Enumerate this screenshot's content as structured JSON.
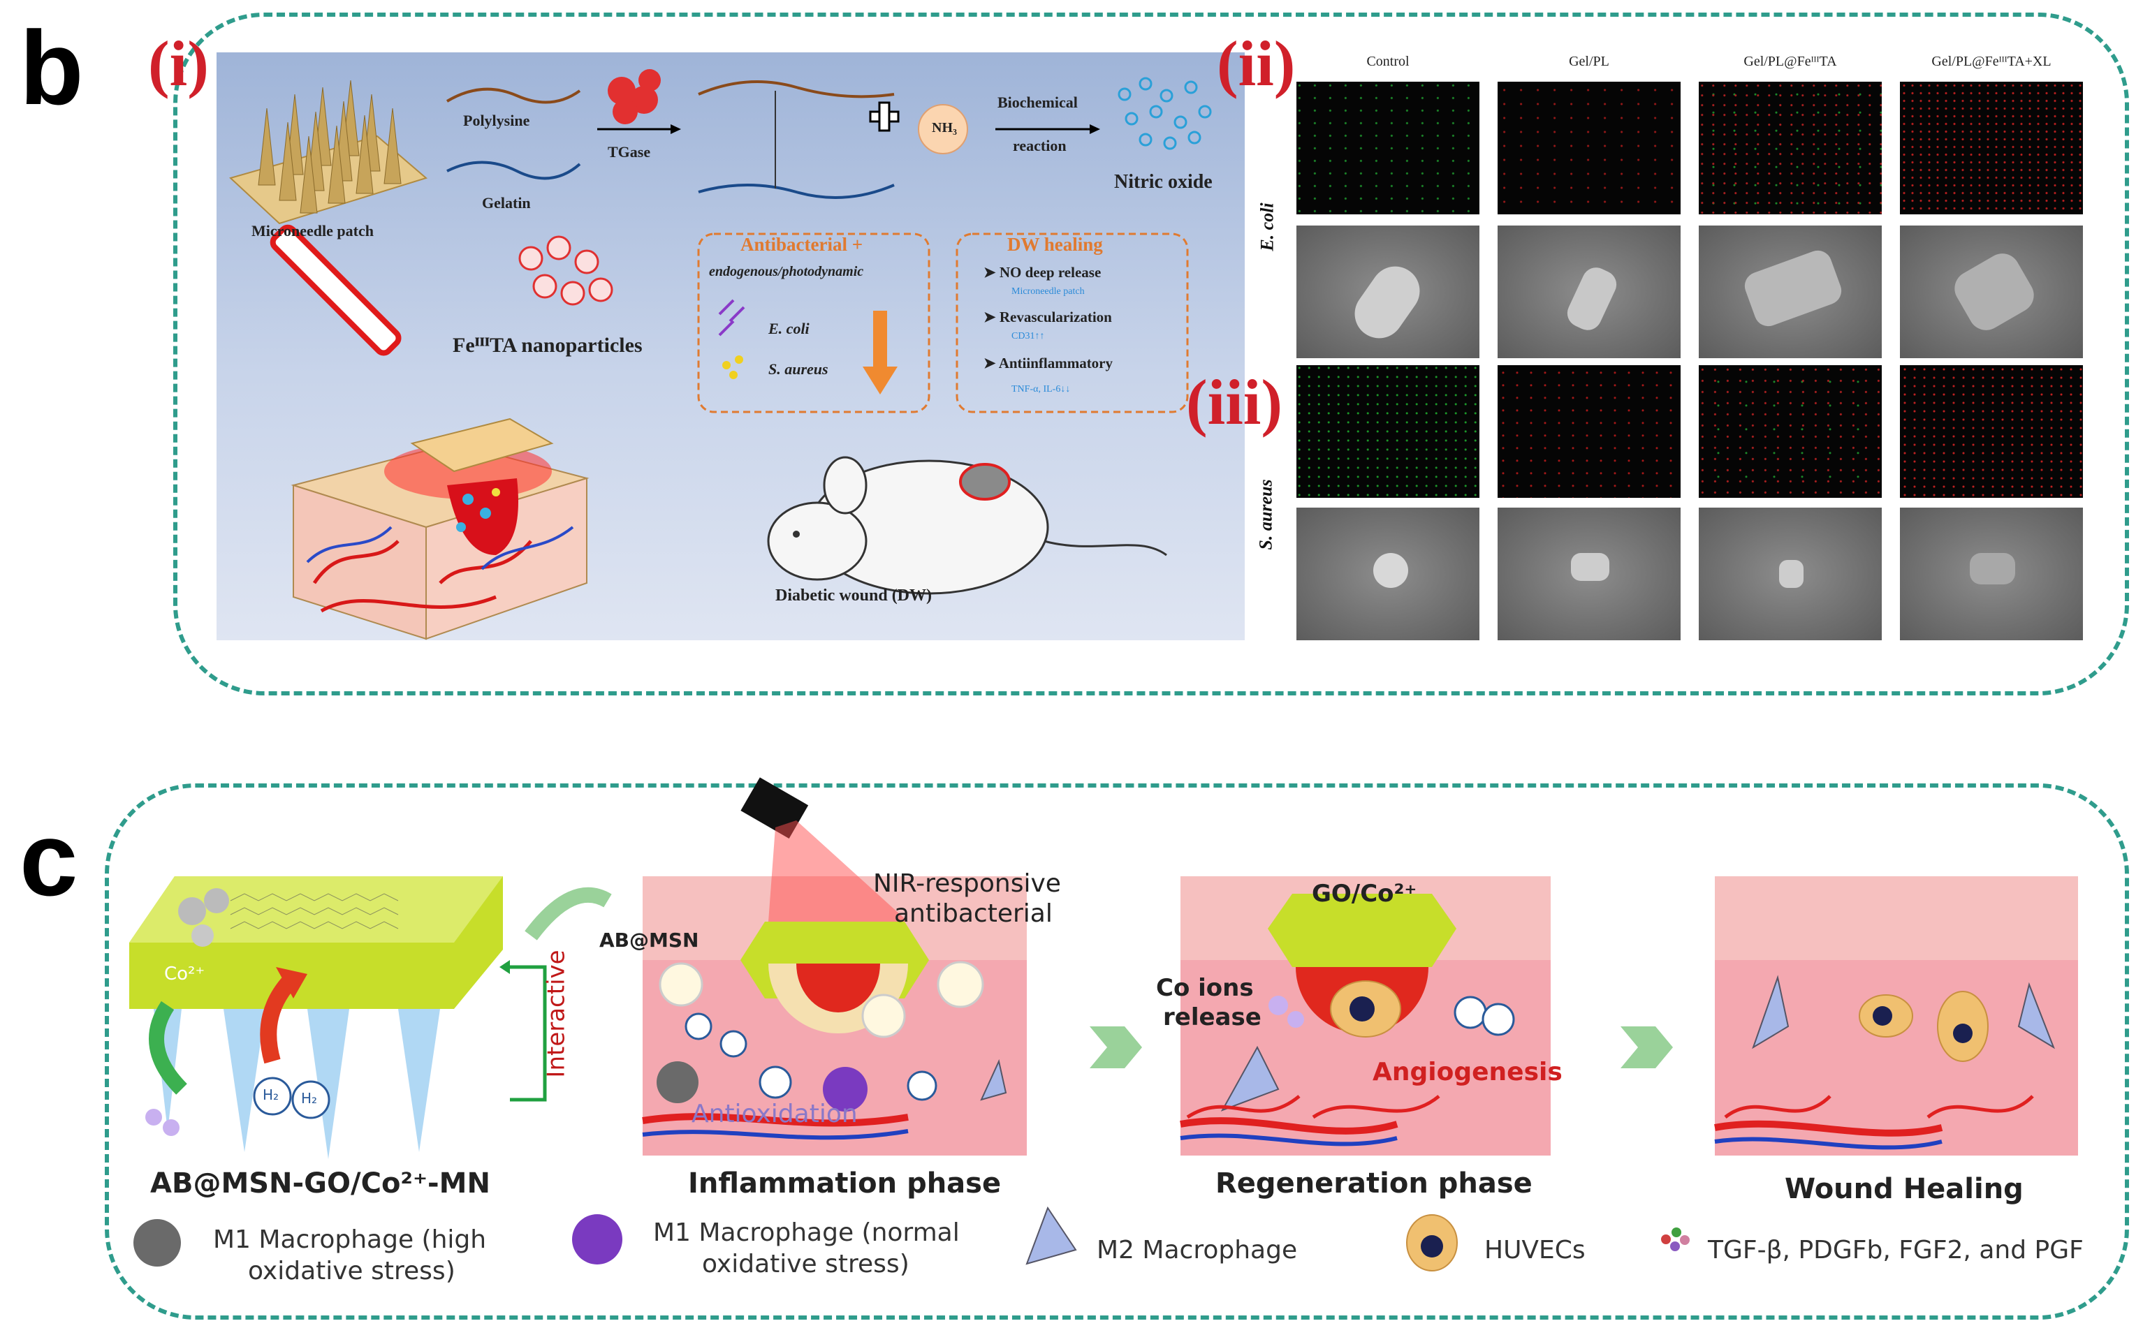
{
  "panel_b": {
    "letter": "b",
    "sub_i": "(i)",
    "sub_ii": "(ii)",
    "sub_iii": "(iii)",
    "scheme": {
      "microneedle_patch": "Microneedle patch",
      "polylysine": "Polylysine",
      "gelatin": "Gelatin",
      "tgase": "TGase",
      "nh3": "NH₃",
      "biochemical": "Biochemical",
      "reaction": "reaction",
      "nitric_oxide": "Nitric oxide",
      "nanoparticles": "FeᴵᴵᴵTA nanoparticles",
      "antibacterial_title": "Antibacterial +",
      "antibacterial_sub": "endogenous/photodynamic",
      "e_coli": "E. coli",
      "s_aureus": "S. aureus",
      "dw_title": "DW healing",
      "dw_items": [
        "NO deep release",
        "Revascularization",
        "Antiinflammatory"
      ],
      "dw_subs": [
        "Microneedle patch",
        "CD31↑↑",
        "TNF-α, IL-6↓↓"
      ],
      "mouse_label": "Diabetic wound (DW)"
    },
    "grid": {
      "columns": [
        "Control",
        "Gel/PL",
        "Gel/PL@FeᴵᴵᴵTA",
        "Gel/PL@FeᴵᴵᴵTA+XL"
      ],
      "row_label_1": "E. coli",
      "row_label_2": "S. aureus"
    }
  },
  "panel_c": {
    "letter": "c",
    "patch_label": "AB@MSN-GO/Co²⁺-MN",
    "co_label": "Co²⁺",
    "interactive": "Interactive",
    "ab_msn": "AB@MSN",
    "nir_line1": "NIR-responsive",
    "nir_line2": "antibacterial",
    "antioxidation": "Antioxidation",
    "inflammation": "Inflammation phase",
    "go_co": "GO/Co²⁺",
    "co_ions_1": "Co ions",
    "co_ions_2": "release",
    "angiogenesis": "Angiogenesis",
    "regeneration": "Regeneration phase",
    "wound_healing": "Wound Healing",
    "h2": "H₂",
    "legend": [
      {
        "line1": "M1 Macrophage (high",
        "line2": "oxidative stress)"
      },
      {
        "line1": "M1 Macrophage (normal",
        "line2": "oxidative stress)"
      },
      {
        "line1": "M2 Macrophage",
        "line2": ""
      },
      {
        "line1": "HUVECs",
        "line2": ""
      },
      {
        "line1": "TGF-β, PDGFb, FGF2, and PGF",
        "line2": ""
      }
    ]
  },
  "colors": {
    "frame": "#2f9c8c",
    "roman": "#d0202a",
    "patch": "#c7de2a",
    "skin": "#f4b6b6",
    "wound": "#e0281e"
  }
}
